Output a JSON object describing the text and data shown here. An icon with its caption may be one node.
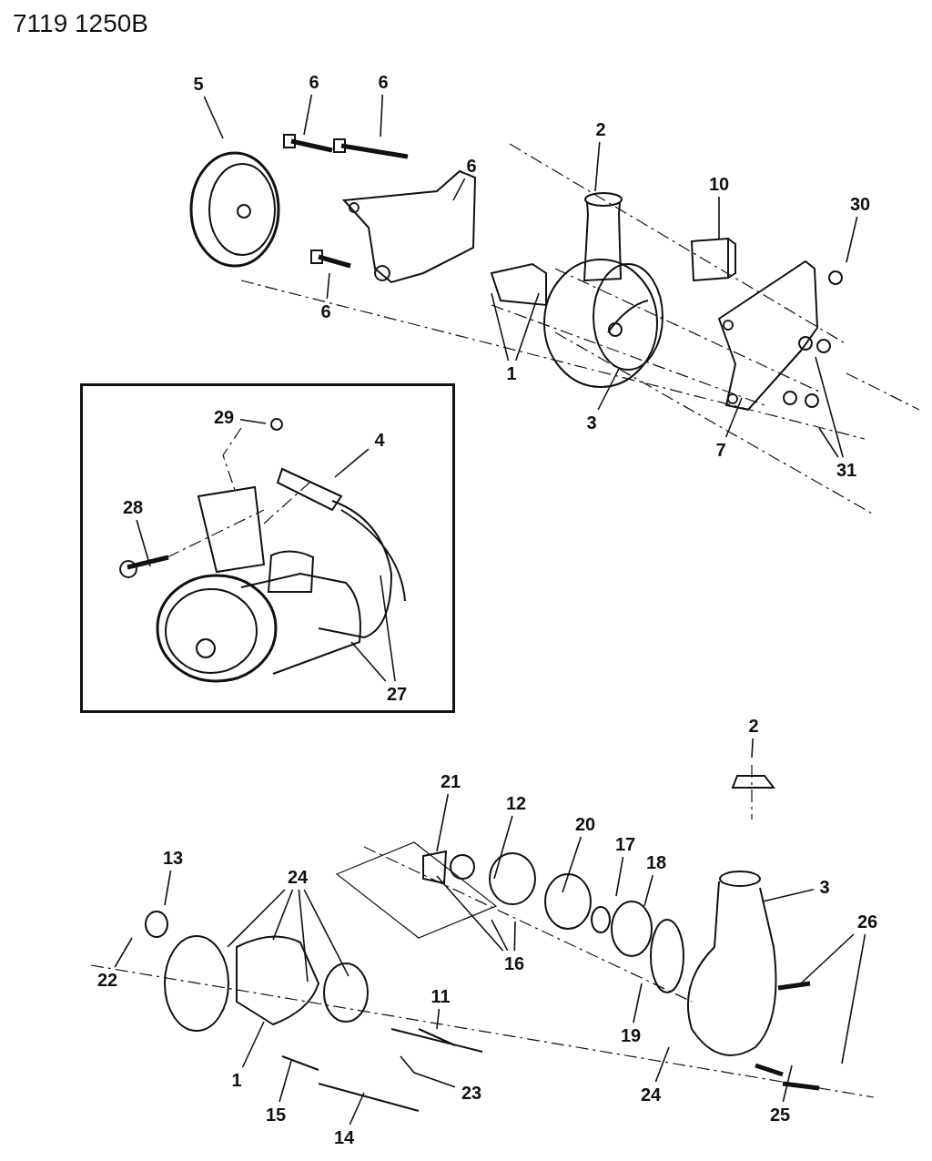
{
  "diagram": {
    "nodes": [
      {
        "text": [
          "5"
        ]
      },
      {
        "text": [
          "6"
        ]
      },
      {
        "text": [
          "6"
        ]
      },
      {
        "text": [
          "6"
        ]
      },
      {
        "text": [
          "2"
        ]
      },
      {
        "text": [
          "10"
        ]
      },
      {
        "text": [
          "30"
        ]
      },
      {
        "text": [
          "6"
        ]
      },
      {
        "text": [
          "1"
        ]
      },
      {
        "text": [
          "3"
        ]
      },
      {
        "text": [
          "7"
        ]
      },
      {
        "text": [
          "31"
        ]
      },
      {
        "text": [],
        "shape": "box"
      },
      {
        "text": [
          "29"
        ],
        "in": 12
      },
      {
        "text": [
          "4"
        ],
        "in": 12
      },
      {
        "text": [
          "28"
        ],
        "in": 12
      },
      {
        "text": [
          "27"
        ],
        "in": 12
      },
      {
        "text": [
          "2"
        ]
      },
      {
        "text": [
          "21"
        ]
      },
      {
        "text": [
          "12"
        ]
      },
      {
        "text": [
          "20"
        ]
      },
      {
        "text": [
          "17"
        ]
      },
      {
        "text": [
          "18"
        ]
      },
      {
        "text": [
          "3"
        ]
      },
      {
        "text": [
          "13"
        ]
      },
      {
        "text": [
          "24"
        ]
      },
      {
        "text": [
          "26"
        ]
      },
      {
        "text": [
          "22"
        ]
      },
      {
        "text": [
          "16"
        ]
      },
      {
        "text": [
          "11"
        ]
      },
      {
        "text": [
          "19"
        ]
      },
      {
        "text": [
          "23"
        ]
      },
      {
        "text": [
          "1"
        ]
      },
      {
        "text": [
          "24"
        ]
      },
      {
        "text": [
          "25"
        ]
      },
      {
        "text": [
          "15"
        ]
      },
      {
        "text": [
          "14"
        ]
      }
    ],
    "edges": [
      {
        "from": 0,
        "to": null,
        "arrow": "none"
      },
      {
        "from": 1,
        "to": null,
        "arrow": "none"
      },
      {
        "from": 2,
        "to": null,
        "arrow": "none"
      },
      {
        "from": 3,
        "to": null,
        "arrow": "none"
      },
      {
        "from": 4,
        "to": null,
        "arrow": "none"
      },
      {
        "from": 5,
        "to": null,
        "arrow": "none"
      },
      {
        "from": 6,
        "to": null,
        "arrow": "none"
      },
      {
        "from": 7,
        "to": null,
        "arrow": "none"
      },
      {
        "from": 8,
        "to": null,
        "arrow": "none"
      },
      {
        "from": 8,
        "to": null,
        "arrow": "none"
      },
      {
        "from": 9,
        "to": null,
        "arrow": "none"
      },
      {
        "from": 10,
        "to": null,
        "arrow": "none"
      },
      {
        "from": 11,
        "to": null,
        "arrow": "none"
      },
      {
        "from": 11,
        "to": null,
        "arrow": "none"
      },
      {
        "from": 13,
        "to": null,
        "arrow": "none"
      },
      {
        "from": 14,
        "to": null,
        "arrow": "none"
      },
      {
        "from": 15,
        "to": null,
        "arrow": "none"
      },
      {
        "from": 16,
        "to": null,
        "arrow": "none"
      },
      {
        "from": 16,
        "to": null,
        "arrow": "none"
      },
      {
        "from": 17,
        "to": null,
        "arrow": "none"
      },
      {
        "from": 18,
        "to": null,
        "arrow": "none"
      },
      {
        "from": 19,
        "to": null,
        "arrow": "none"
      },
      {
        "from": 20,
        "to": null,
        "arrow": "none"
      },
      {
        "from": 21,
        "to": null,
        "arrow": "none"
      },
      {
        "from": 22,
        "to": null,
        "arrow": "none"
      },
      {
        "from": 23,
        "to": null,
        "arrow": "none"
      },
      {
        "from": 24,
        "to": null,
        "arrow": "none"
      },
      {
        "from": 25,
        "to": null,
        "arrow": "none"
      },
      {
        "from": 25,
        "to": null,
        "arrow": "none"
      },
      {
        "from": 25,
        "to": null,
        "arrow": "none"
      },
      {
        "from": 25,
        "to": null,
        "arrow": "none"
      },
      {
        "from": 26,
        "to": null,
        "arrow": "none"
      },
      {
        "from": 26,
        "to": null,
        "arrow": "none"
      },
      {
        "from": 27,
        "to": null,
        "arrow": "none"
      },
      {
        "from": 28,
        "to": null,
        "arrow": "none"
      },
      {
        "from": 28,
        "to": null,
        "arrow": "none"
      },
      {
        "from": 28,
        "to": null,
        "arrow": "none"
      },
      {
        "from": 29,
        "to": null,
        "arrow": "none"
      },
      {
        "from": 30,
        "to": null,
        "arrow": "none"
      },
      {
        "from": 31,
        "to": null,
        "arrow": "none"
      },
      {
        "from": 32,
        "to": null,
        "arrow": "none"
      },
      {
        "from": 33,
        "to": null,
        "arrow": "none"
      },
      {
        "from": 34,
        "to": null,
        "arrow": "none"
      },
      {
        "from": 35,
        "to": null,
        "arrow": "none"
      },
      {
        "from": 36,
        "to": null,
        "arrow": "none"
      }
    ],
    "labels": [
      "7119 1250B"
    ]
  }
}
